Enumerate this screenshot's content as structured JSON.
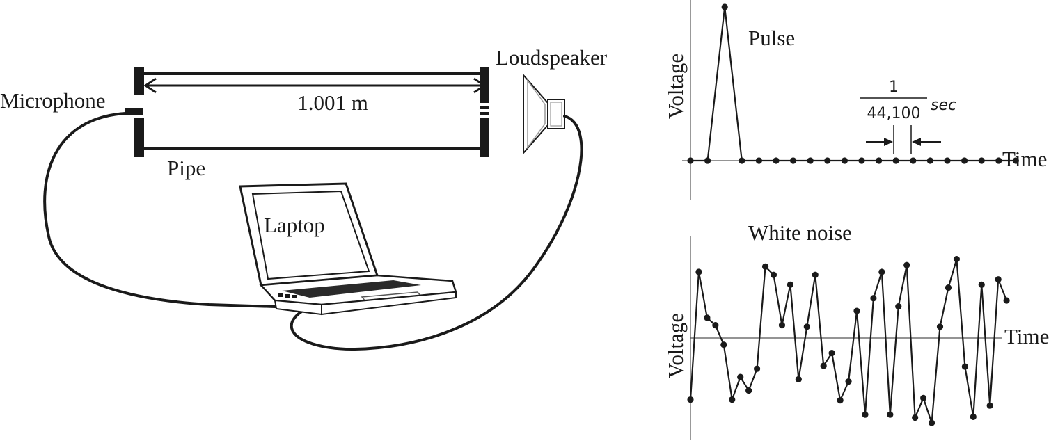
{
  "setup": {
    "microphone_label": "Microphone",
    "loudspeaker_label": "Loudspeaker",
    "pipe_label": "Pipe",
    "length_label": "1.001 m",
    "laptop_label": "Laptop"
  },
  "pulse_panel": {
    "title": "Pulse",
    "ylabel": "Voltage",
    "xlabel": "Time",
    "interval_numerator": "1",
    "interval_denominator": "44,100",
    "interval_unit": "sec"
  },
  "noise_panel": {
    "title": "White noise",
    "ylabel": "Voltage",
    "xlabel": "Time"
  },
  "chart_data": [
    {
      "type": "line",
      "title": "Pulse",
      "xlabel": "Time",
      "ylabel": "Voltage",
      "sample_interval": "1/44,100 sec",
      "x": [
        0,
        1,
        2,
        3,
        4,
        5,
        6,
        7,
        8,
        9,
        10,
        11,
        12,
        13,
        14,
        15,
        16,
        17,
        18,
        19
      ],
      "values": [
        0,
        0,
        1,
        0,
        0,
        0,
        0,
        0,
        0,
        0,
        0,
        0,
        0,
        0,
        0,
        0,
        0,
        0,
        0,
        0
      ],
      "ylim": [
        -0.25,
        1.05
      ]
    },
    {
      "type": "line",
      "title": "White noise",
      "xlabel": "Time",
      "ylabel": "Voltage",
      "x": [
        0,
        1,
        2,
        3,
        4,
        5,
        6,
        7,
        8,
        9,
        10,
        11,
        12,
        13,
        14,
        15,
        16,
        17,
        18,
        19,
        20,
        21,
        22,
        23,
        24,
        25,
        26,
        27,
        28,
        29,
        30,
        31,
        32,
        33,
        34,
        35,
        36,
        37,
        38
      ],
      "values": [
        -0.82,
        0.88,
        0.27,
        0.17,
        -0.09,
        -0.82,
        -0.52,
        -0.7,
        -0.41,
        0.95,
        0.84,
        0.17,
        0.71,
        -0.55,
        0.15,
        0.84,
        -0.37,
        -0.2,
        -0.83,
        -0.58,
        0.36,
        -1.02,
        0.53,
        0.88,
        -1.02,
        0.42,
        0.97,
        -1.06,
        -0.8,
        -1.13,
        0.15,
        0.67,
        1.05,
        -0.38,
        -1.05,
        0.71,
        -0.9,
        0.78,
        0.5
      ],
      "ylim": [
        -1.25,
        1.25
      ]
    }
  ]
}
